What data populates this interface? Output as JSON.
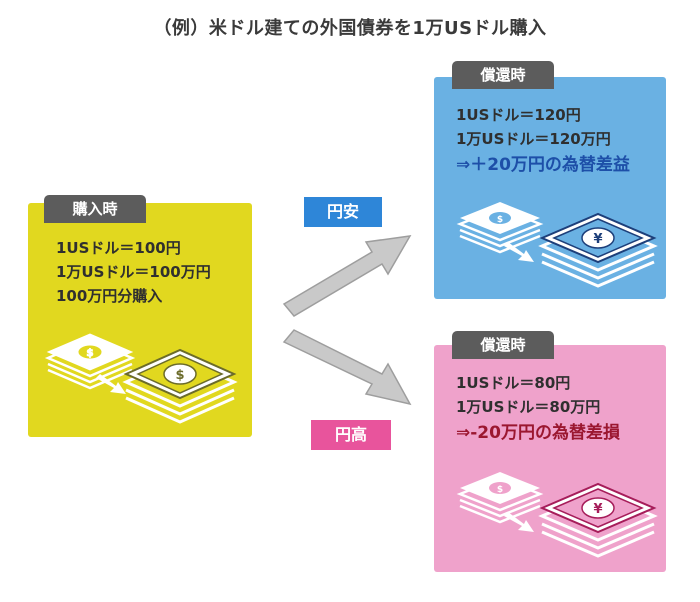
{
  "title": "（例）米ドル建ての外国債券を1万USドル購入",
  "purchase": {
    "tag": "購入時",
    "line1": "1USドル＝100円",
    "line2": "1万USドル＝100万円",
    "line3": "100万円分購入"
  },
  "weak_yen": {
    "chip": "円安",
    "tag": "償還時",
    "line1": "1USドル＝120円",
    "line2": "1万USドル＝120万円",
    "result": "⇒＋20万円の為替差益",
    "color": "#1d4fa8"
  },
  "strong_yen": {
    "chip": "円高",
    "tag": "償還時",
    "line1": "1USドル＝80円",
    "line2": "1万USドル＝80万円",
    "result": "⇒-20万円の為替差損",
    "color": "#9b1730"
  },
  "colors": {
    "purchase_box": "#e1d81f",
    "weak_box": "#6ab1e3",
    "strong_box": "#efa2cb",
    "arrow": "#c9c9c9",
    "tag_bg": "#5c5c5c"
  },
  "icons": {
    "dollar_stack": "dollar-bills-icon",
    "yen_stack": "yen-bills-icon"
  }
}
